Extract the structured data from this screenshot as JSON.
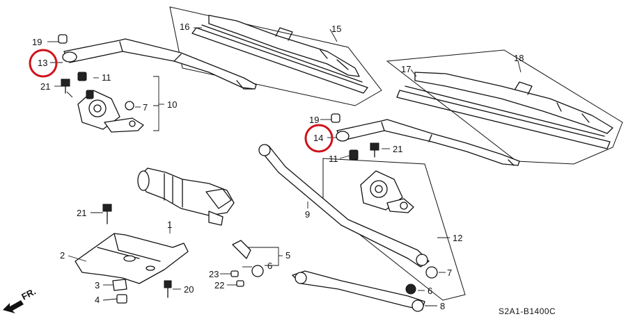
{
  "diagram_code": "S2A1-B1400C",
  "direction_label": "FR.",
  "highlight_color": "#d0121b",
  "callouts": {
    "c1": "1",
    "c2": "2",
    "c3": "3",
    "c4": "4",
    "c5": "5",
    "c6a": "6",
    "c6b": "6",
    "c7a": "7",
    "c7b": "7",
    "c8": "8",
    "c9": "9",
    "c10": "10",
    "c11a": "11",
    "c11b": "11",
    "c12": "12",
    "c13": "13",
    "c14": "14",
    "c15": "15",
    "c16": "16",
    "c17": "17",
    "c18": "18",
    "c19a": "19",
    "c19b": "19",
    "c20": "20",
    "c21a": "21",
    "c21b": "21",
    "c21c": "21",
    "c22": "22",
    "c23": "23"
  },
  "highlighted_callouts": [
    "13",
    "14"
  ]
}
